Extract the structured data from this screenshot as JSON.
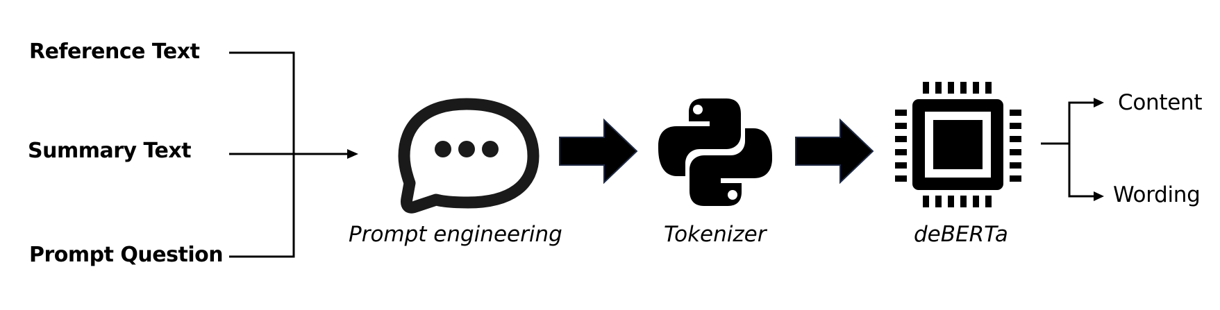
{
  "inputs": {
    "reference_text": "Reference Text",
    "summary_text": "Summary Text",
    "prompt_question": "Prompt Question"
  },
  "stages": {
    "prompt_engineering": {
      "label": "Prompt engineering",
      "icon": "chat-bubble-icon"
    },
    "tokenizer": {
      "label": "Tokenizer",
      "icon": "python-logo-icon"
    },
    "deberta": {
      "label": "deBERTa",
      "icon": "cpu-chip-icon"
    }
  },
  "outputs": {
    "content": "Content",
    "wording": "Wording"
  },
  "colors": {
    "ink": "#000000",
    "arrow_outline": "#1f2a44",
    "background": "#ffffff"
  }
}
